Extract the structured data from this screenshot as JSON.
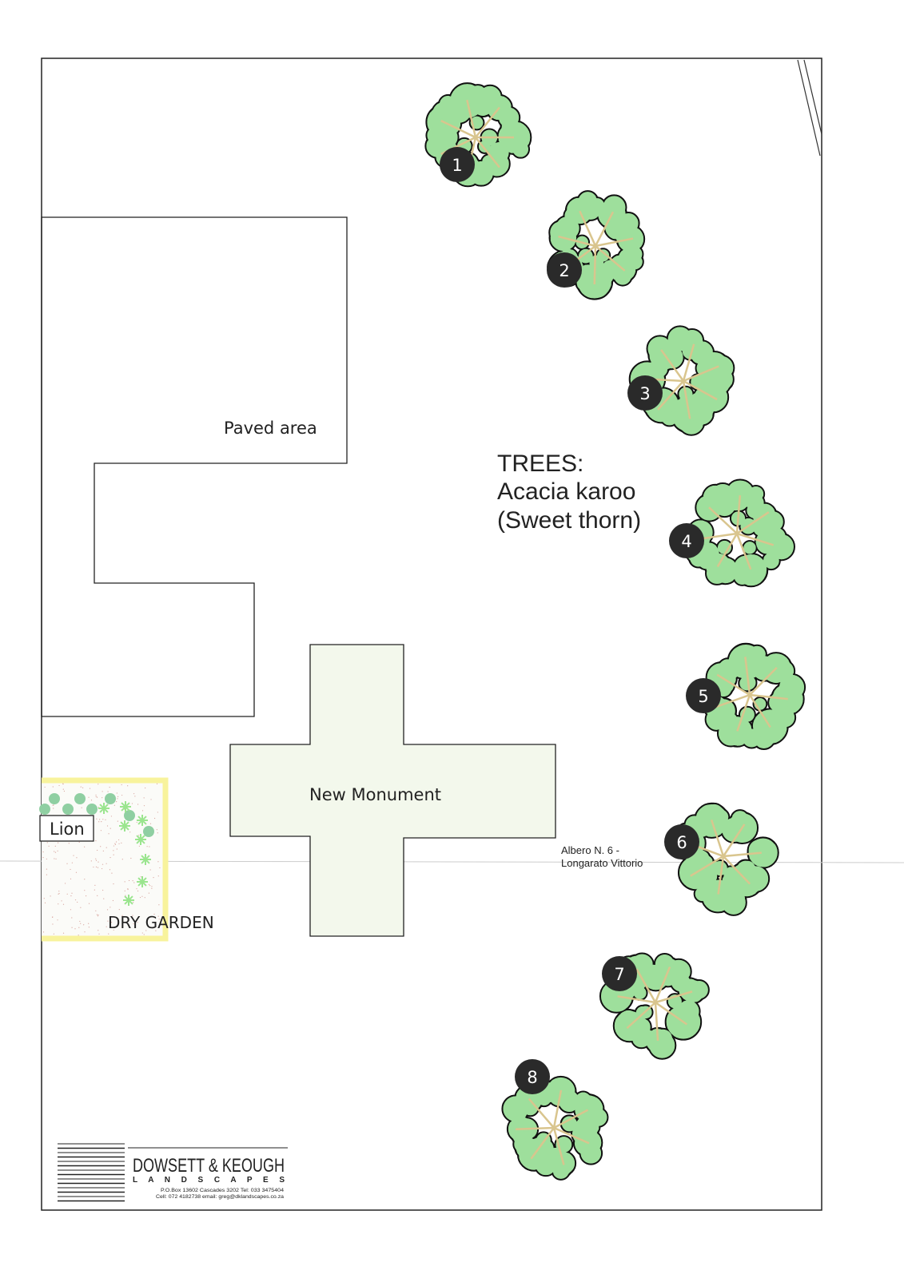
{
  "labels": {
    "paved_area": "Paved area",
    "new_monument": "New Monument",
    "lion": "Lion",
    "dry_garden": "DRY GARDEN",
    "trees_heading": "TREES:",
    "trees_species": "Acacia karoo",
    "trees_common": "(Sweet thorn)",
    "albero_line1": "Albero N. 6 -",
    "albero_line2": "Longarato Vittorio"
  },
  "trees": [
    {
      "number": "1"
    },
    {
      "number": "2"
    },
    {
      "number": "3"
    },
    {
      "number": "4"
    },
    {
      "number": "5"
    },
    {
      "number": "6"
    },
    {
      "number": "7"
    },
    {
      "number": "8"
    }
  ],
  "logo": {
    "company": "DOWSETT & KEOUGH",
    "tagline": "L A N D S C A P E S",
    "address": "P.O.Box 13602 Cascades 3202 Tel: 033 3475404",
    "contact": "Cell: 072 4182738 email: greg@dklandscapes.co.za"
  },
  "colors": {
    "canopy": "#9edf9c",
    "branch": "#d9c58e",
    "badge": "#2a2a2a",
    "monument": "#f3f8ec",
    "dry_garden_border": "#f8f39c",
    "shrub": "#8fcfa2",
    "star": "#9be58f"
  }
}
